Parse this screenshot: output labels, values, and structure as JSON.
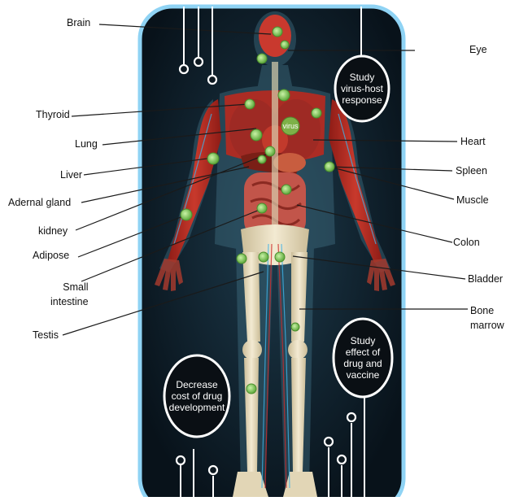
{
  "labels_left": [
    {
      "id": "brain",
      "text": "Brain"
    },
    {
      "id": "thyroid",
      "text": "Thyroid"
    },
    {
      "id": "lung",
      "text": "Lung"
    },
    {
      "id": "liver",
      "text": "Liver"
    },
    {
      "id": "adrenal",
      "text": "Adernal gland"
    },
    {
      "id": "kidney",
      "text": "kidney"
    },
    {
      "id": "adipose",
      "text": "Adipose"
    },
    {
      "id": "small_intestine",
      "text": "Small\nintestine"
    },
    {
      "id": "testis",
      "text": "Testis"
    }
  ],
  "labels_right": [
    {
      "id": "eye",
      "text": "Eye"
    },
    {
      "id": "heart",
      "text": "Heart"
    },
    {
      "id": "spleen",
      "text": "Spleen"
    },
    {
      "id": "muscle",
      "text": "Muscle"
    },
    {
      "id": "colon",
      "text": "Colon"
    },
    {
      "id": "bladder",
      "text": "Bladder"
    },
    {
      "id": "bone_marrow",
      "text": "Bone\nmarrow"
    }
  ],
  "bubbles": {
    "study_virus": "Study\nvirus-host\nresponse",
    "study_drug": "Study\neffect of\ndrug and\nvaccine",
    "decrease_cost": "Decrease\ncost of drug\ndevelopment"
  },
  "virus_label": "virus",
  "colors": {
    "panel_bg": "#0d1820",
    "panel_border": "#8fd3f4",
    "organ_green": "#8bd36b",
    "muscle_red": "#b62a22",
    "bone": "#e8dcc0"
  }
}
